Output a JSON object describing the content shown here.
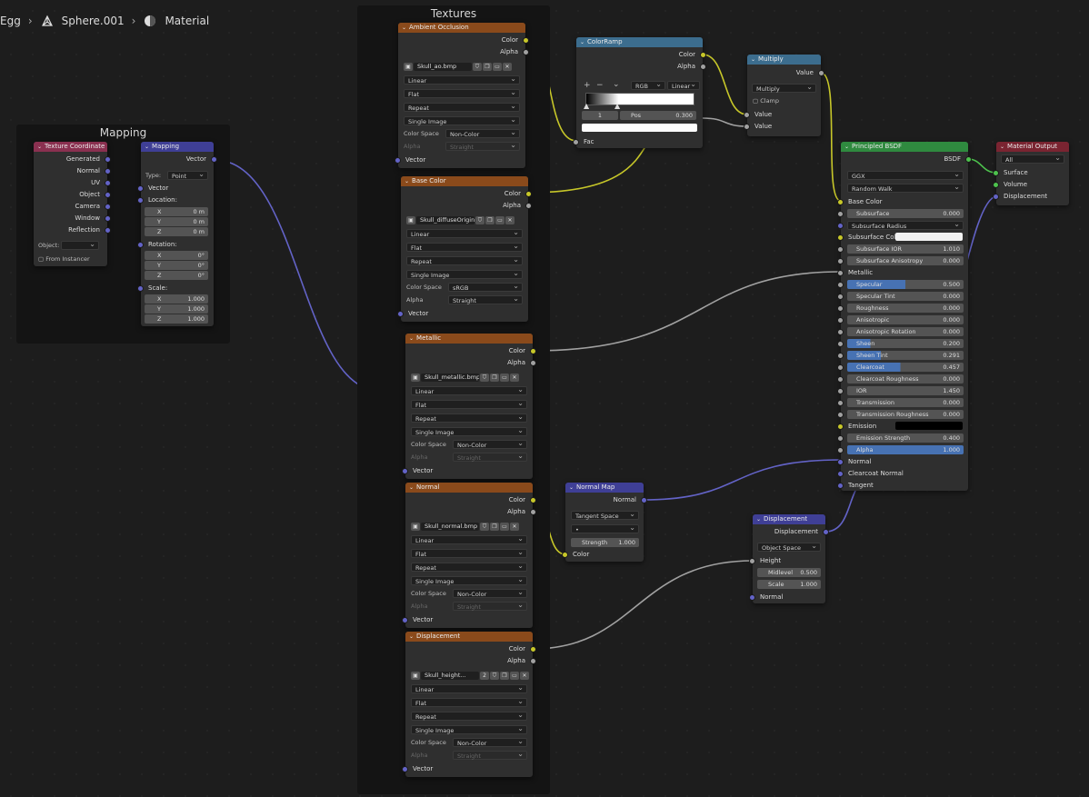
{
  "breadcrumb": {
    "object": "Egg",
    "mesh": "Sphere.001",
    "material": "Material"
  },
  "frames": {
    "textures": "Textures",
    "mapping": "Mapping"
  },
  "texcoord": {
    "title": "Texture Coordinate",
    "outputs": [
      "Generated",
      "Normal",
      "UV",
      "Object",
      "Camera",
      "Window",
      "Reflection"
    ],
    "object_label": "Object:",
    "from_instancer": "From Instancer"
  },
  "mapping": {
    "title": "Mapping",
    "vector_out": "Vector",
    "type_label": "Type:",
    "type_value": "Point",
    "vector_in": "Vector",
    "location": "Location:",
    "rotation": "Rotation:",
    "scale": "Scale:",
    "loc": [
      [
        "X",
        "0 m"
      ],
      [
        "Y",
        "0 m"
      ],
      [
        "Z",
        "0 m"
      ]
    ],
    "rot": [
      [
        "X",
        "0°"
      ],
      [
        "Y",
        "0°"
      ],
      [
        "Z",
        "0°"
      ]
    ],
    "scl": [
      [
        "X",
        "1.000"
      ],
      [
        "Y",
        "1.000"
      ],
      [
        "Z",
        "1.000"
      ]
    ]
  },
  "tex_common": {
    "color": "Color",
    "alpha": "Alpha",
    "vector": "Vector",
    "interp": "Linear",
    "proj": "Flat",
    "ext": "Repeat",
    "src": "Single Image",
    "cs_label": "Color Space",
    "alpha_label": "Alpha",
    "alpha_value": "Straight"
  },
  "tex_ao": {
    "title": "Ambient Occlusion",
    "image": "Skull_ao.bmp",
    "color_space": "Non-Color"
  },
  "tex_base": {
    "title": "Base Color",
    "image": "Skull_diffuseOrigin...",
    "color_space": "sRGB"
  },
  "tex_metal": {
    "title": "Metallic",
    "image": "Skull_metallic.bmp",
    "color_space": "Non-Color"
  },
  "tex_normal": {
    "title": "Normal",
    "image": "Skull_normal.bmp",
    "color_space": "Non-Color"
  },
  "tex_disp": {
    "title": "Displacement",
    "image": "Skull_height...",
    "users": "2",
    "color_space": "Non-Color"
  },
  "colorramp": {
    "title": "ColorRamp",
    "color": "Color",
    "alpha": "Alpha",
    "mode": "RGB",
    "interp": "Linear",
    "index": "1",
    "pos_label": "Pos",
    "pos_value": "0.300",
    "fac": "Fac",
    "plus": "+",
    "minus": "−"
  },
  "multiply": {
    "title": "Multiply",
    "value_out": "Value",
    "op": "Multiply",
    "clamp": "Clamp",
    "value_in1": "Value",
    "value_in2": "Value"
  },
  "bsdf": {
    "title": "Principled BSDF",
    "out": "BSDF",
    "dist": "GGX",
    "sss_method": "Random Walk",
    "rows": [
      {
        "name": "Base Color",
        "kind": "socket"
      },
      {
        "name": "Subsurface",
        "kind": "field",
        "value": "0.000"
      },
      {
        "name": "Subsurface Radius",
        "kind": "dropdown"
      },
      {
        "name": "Subsurface Color",
        "kind": "color"
      },
      {
        "name": "Subsurface IOR",
        "kind": "field",
        "value": "1.010"
      },
      {
        "name": "Subsurface Anisotropy",
        "kind": "field",
        "value": "0.000"
      },
      {
        "name": "Metallic",
        "kind": "socket"
      },
      {
        "name": "Specular",
        "kind": "bar",
        "value": "0.500",
        "fill": 0.5
      },
      {
        "name": "Specular Tint",
        "kind": "field",
        "value": "0.000"
      },
      {
        "name": "Roughness",
        "kind": "field",
        "value": "0.000"
      },
      {
        "name": "Anisotropic",
        "kind": "field",
        "value": "0.000"
      },
      {
        "name": "Anisotropic Rotation",
        "kind": "field",
        "value": "0.000"
      },
      {
        "name": "Sheen",
        "kind": "bar",
        "value": "0.200",
        "fill": 0.2
      },
      {
        "name": "Sheen Tint",
        "kind": "bar",
        "value": "0.291",
        "fill": 0.291
      },
      {
        "name": "Clearcoat",
        "kind": "bar",
        "value": "0.457",
        "fill": 0.457
      },
      {
        "name": "Clearcoat Roughness",
        "kind": "field",
        "value": "0.000"
      },
      {
        "name": "IOR",
        "kind": "field",
        "value": "1.450"
      },
      {
        "name": "Transmission",
        "kind": "field",
        "value": "0.000"
      },
      {
        "name": "Transmission Roughness",
        "kind": "field",
        "value": "0.000"
      },
      {
        "name": "Emission",
        "kind": "emission"
      },
      {
        "name": "Emission Strength",
        "kind": "field",
        "value": "0.400"
      },
      {
        "name": "Alpha",
        "kind": "bar",
        "value": "1.000",
        "fill": 1.0
      },
      {
        "name": "Normal",
        "kind": "socket"
      },
      {
        "name": "Clearcoat Normal",
        "kind": "socket"
      },
      {
        "name": "Tangent",
        "kind": "socket"
      }
    ]
  },
  "matout": {
    "title": "Material Output",
    "target": "All",
    "surface": "Surface",
    "volume": "Volume",
    "displacement": "Displacement"
  },
  "normalmap": {
    "title": "Normal Map",
    "normal_out": "Normal",
    "space": "Tangent Space",
    "strength_label": "Strength",
    "strength": "1.000",
    "color_in": "Color"
  },
  "displacement": {
    "title": "Displacement",
    "out": "Displacement",
    "space": "Object Space",
    "height": "Height",
    "midlevel_label": "Midlevel",
    "midlevel": "0.500",
    "scale_label": "Scale",
    "scale": "1.000",
    "normal": "Normal"
  },
  "colors": {
    "texture_header": "#8a4a1b",
    "converter_header": "#3c6d8e",
    "vector_header": "#3f3f96",
    "shader_header": "#2f8a3f",
    "output_header": "#7a2431",
    "input_header": "#8a3050",
    "wire_color": "#c7c729",
    "wire_vector": "#6363c7",
    "wire_gray": "#a1a1a1",
    "wire_shader": "#4dc24d"
  }
}
